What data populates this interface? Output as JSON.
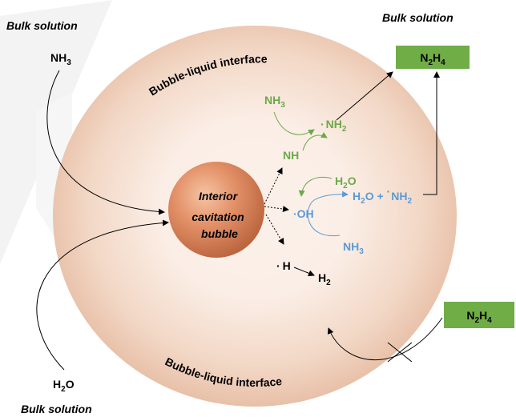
{
  "colors": {
    "green": "#6da84a",
    "blue": "#5b9bd5",
    "black": "#000000",
    "box_green": "#70ad47",
    "interior_core": "#d9835a",
    "halo": "#f2d2bf"
  },
  "labels": {
    "bulk_top_left": "Bulk solution",
    "bulk_top_right": "Bulk solution",
    "bulk_bottom_left": "Bulk solution",
    "interface_top": "Bubble-liquid interface",
    "interface_bottom": "Bubble-liquid interface",
    "interior": [
      "Interior",
      "cavitation",
      "bubble"
    ]
  },
  "species": {
    "nh3_bulk": {
      "base": "NH",
      "sub": "3"
    },
    "h2o_bulk": {
      "base": "H",
      "sub": "2",
      "tail": "O"
    },
    "n2h4_top": {
      "a": "N",
      "s1": "2",
      "b": "H",
      "s2": "4"
    },
    "n2h4_right": {
      "a": "N",
      "s1": "2",
      "b": "H",
      "s2": "4"
    },
    "nh3_green": {
      "base": "NH",
      "sub": "3"
    },
    "nh2_radical_green": {
      "dot": "·",
      "base": "NH",
      "sub": "2"
    },
    "nh_green": "NH",
    "h2o_green": {
      "base": "H",
      "sub": "2",
      "tail": "O"
    },
    "oh_radical": {
      "dot": "·",
      "base": "OH"
    },
    "h2o_plus_nh2": {
      "h": "H",
      "s1": "2",
      "o": "O",
      "plus": " + ",
      "dot": "·",
      "nh": "NH",
      "s2": "2"
    },
    "nh3_blue": {
      "base": "NH",
      "sub": "3"
    },
    "h_radical": {
      "dot": "·",
      "base": "H"
    },
    "h2": {
      "base": "H",
      "sub": "2"
    }
  }
}
